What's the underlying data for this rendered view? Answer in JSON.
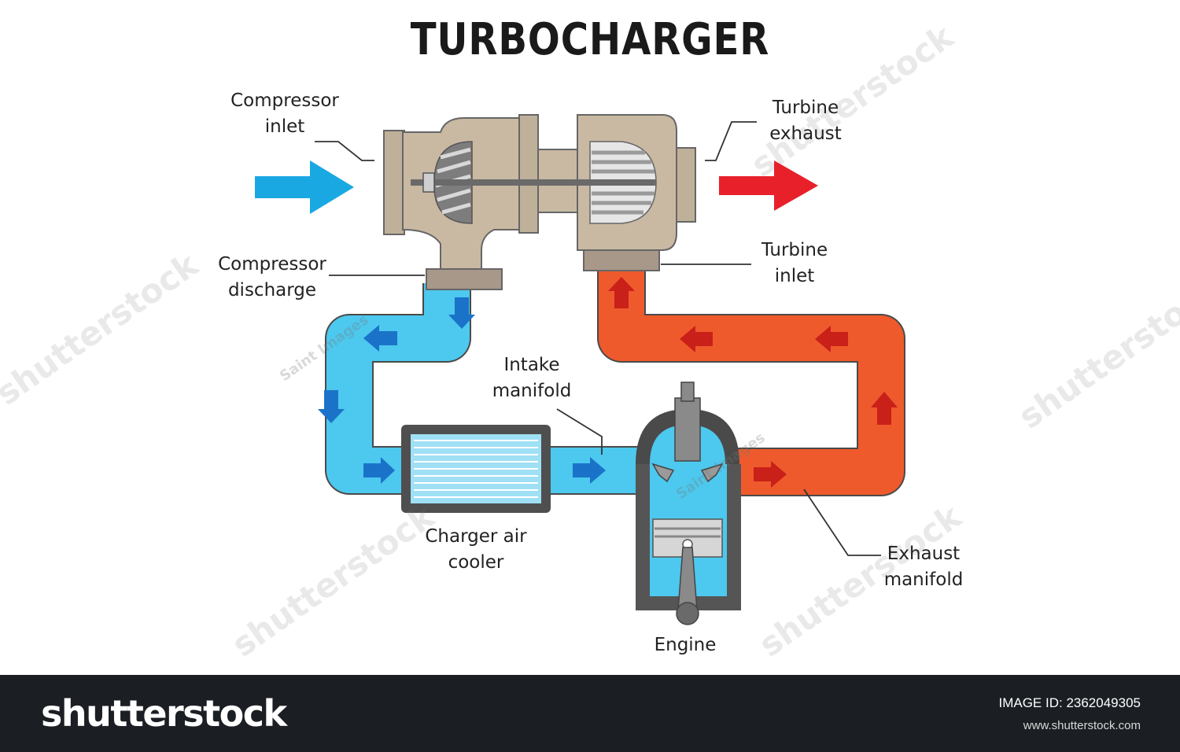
{
  "title": "TURBOCHARGER",
  "labels": {
    "compressor_inlet": [
      "Compressor",
      "inlet"
    ],
    "turbine_exhaust": [
      "Turbine",
      "exhaust"
    ],
    "compressor_discharge": [
      "Compressor",
      "discharge"
    ],
    "turbine_inlet": [
      "Turbine",
      "inlet"
    ],
    "intake_manifold": [
      "Intake",
      "manifold"
    ],
    "charger_air_cooler": [
      "Charger air",
      "cooler"
    ],
    "exhaust_manifold": [
      "Exhaust",
      "manifold"
    ],
    "engine": "Engine"
  },
  "colors": {
    "cold_air": "#4dc8ee",
    "hot_exhaust": "#ef5a2c",
    "housing": "#c9b9a3",
    "blue_arrow": "#1a73c9",
    "red_arrow": "#e2231a",
    "inlet_arrow": "#1aa8e3",
    "exhaust_arrow": "#e8202a"
  },
  "watermarks": {
    "stock": "shutterstock",
    "author": "Saint Images"
  },
  "footer": {
    "logo": "shutterstock",
    "image_id": "IMAGE ID: 2362049305",
    "url": "www.shutterstock.com"
  }
}
